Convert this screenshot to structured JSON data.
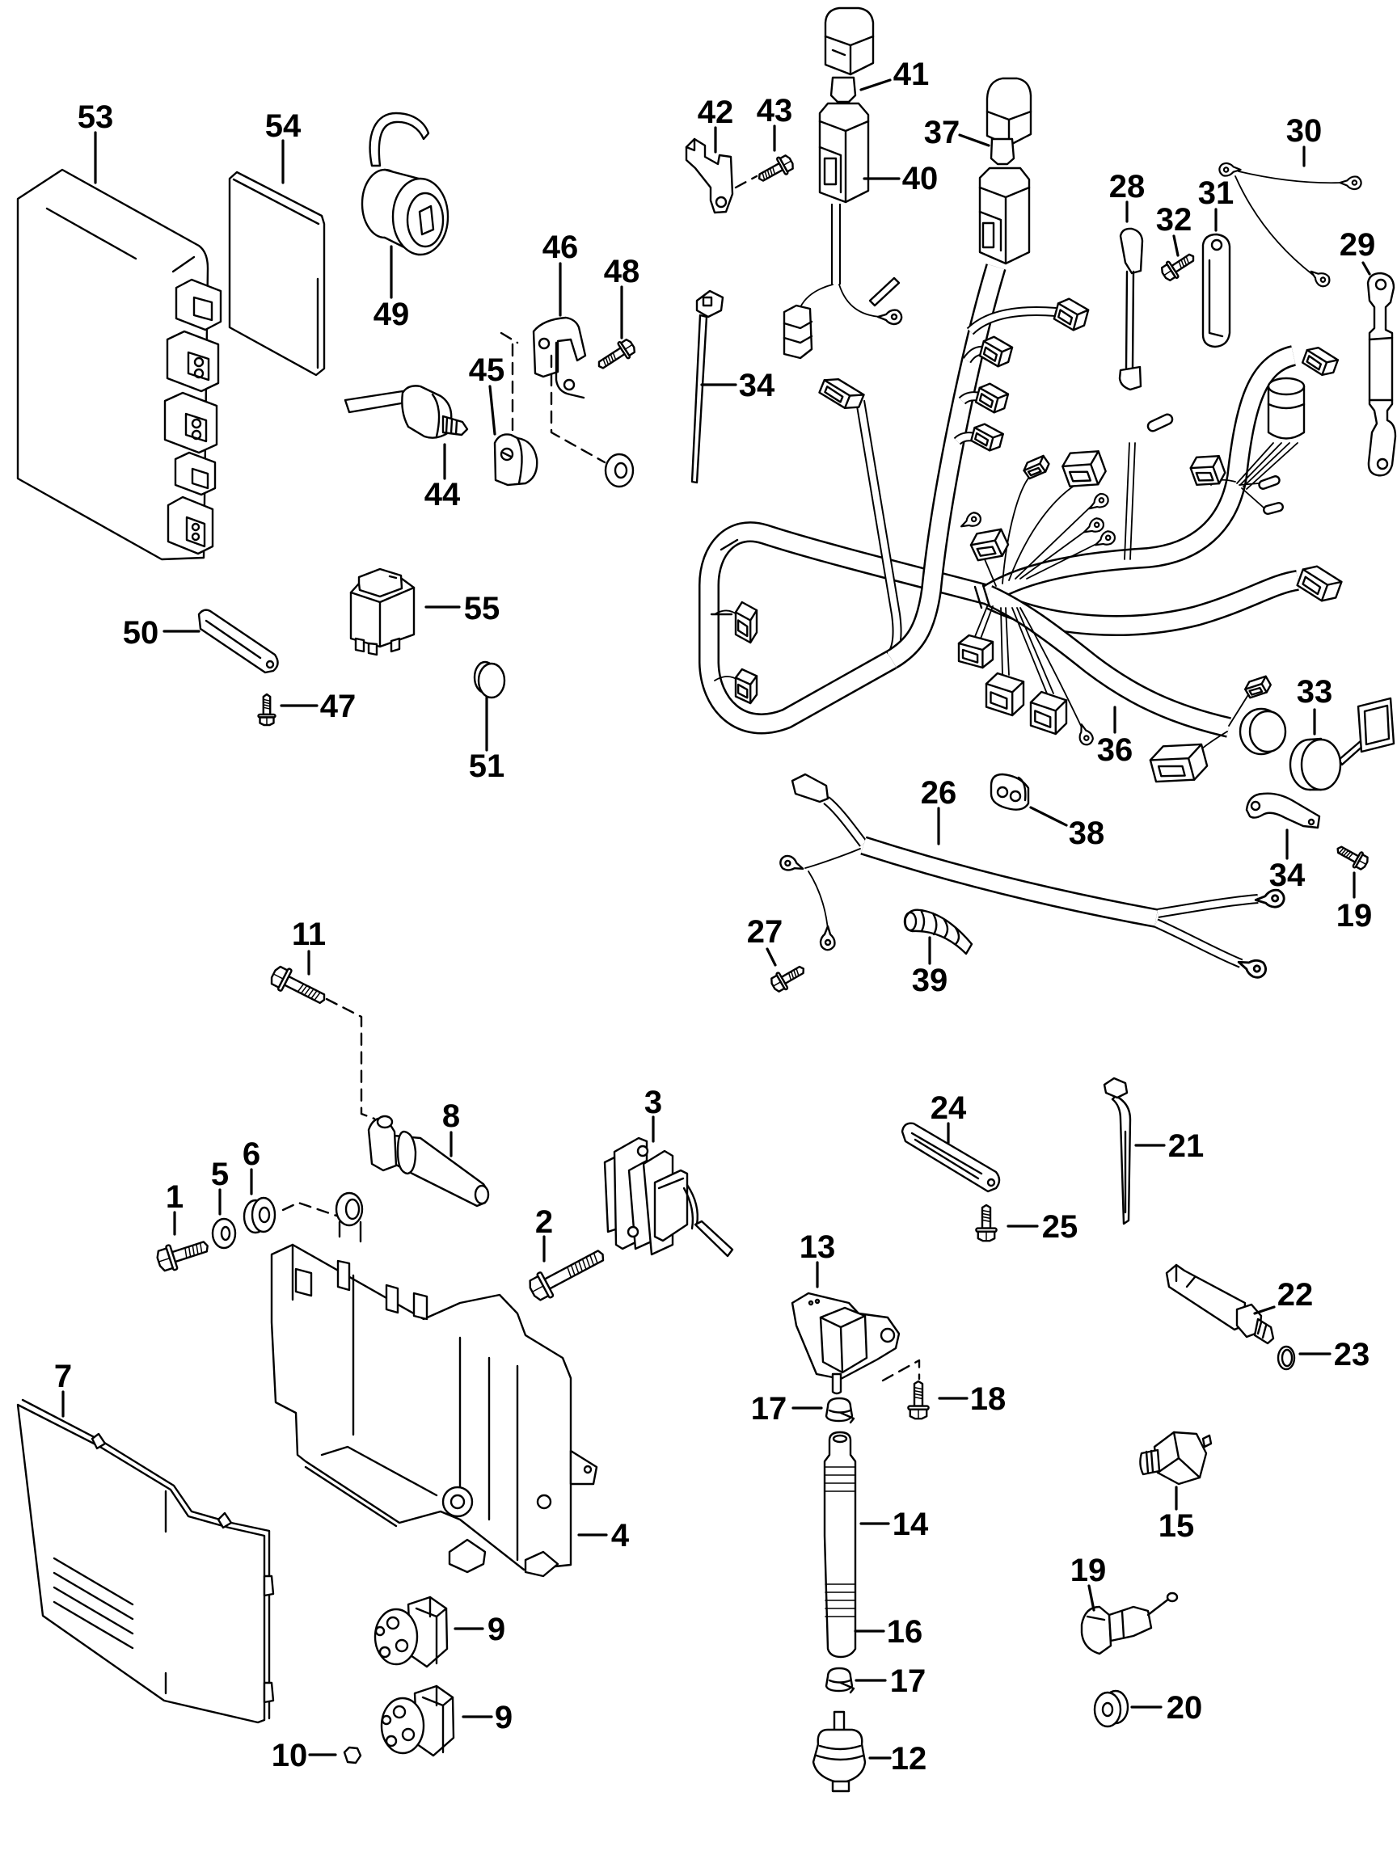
{
  "colors": {
    "line": "#000000",
    "background": "#ffffff"
  },
  "callouts": {
    "upper_left": [
      {
        "label": "53"
      },
      {
        "label": "54"
      },
      {
        "label": "49"
      },
      {
        "label": "46"
      },
      {
        "label": "48"
      },
      {
        "label": "45"
      },
      {
        "label": "44"
      },
      {
        "label": "55"
      },
      {
        "label": "50"
      },
      {
        "label": "47"
      },
      {
        "label": "51"
      }
    ],
    "upper_right": [
      {
        "label": "41"
      },
      {
        "label": "42"
      },
      {
        "label": "43"
      },
      {
        "label": "40"
      },
      {
        "label": "37"
      },
      {
        "label": "28"
      },
      {
        "label": "32"
      },
      {
        "label": "31"
      },
      {
        "label": "30"
      },
      {
        "label": "29"
      },
      {
        "label": "34"
      },
      {
        "label": "33"
      },
      {
        "label": "36"
      },
      {
        "label": "26"
      },
      {
        "label": "38"
      },
      {
        "label": "34"
      },
      {
        "label": "19"
      },
      {
        "label": "27"
      },
      {
        "label": "39"
      }
    ],
    "lower_left": [
      {
        "label": "11"
      },
      {
        "label": "8"
      },
      {
        "label": "3"
      },
      {
        "label": "6"
      },
      {
        "label": "5"
      },
      {
        "label": "1"
      },
      {
        "label": "2"
      },
      {
        "label": "7"
      },
      {
        "label": "4"
      },
      {
        "label": "9"
      },
      {
        "label": "9"
      },
      {
        "label": "10"
      }
    ],
    "lower_right": [
      {
        "label": "24"
      },
      {
        "label": "21"
      },
      {
        "label": "25"
      },
      {
        "label": "13"
      },
      {
        "label": "22"
      },
      {
        "label": "23"
      },
      {
        "label": "17"
      },
      {
        "label": "18"
      },
      {
        "label": "15"
      },
      {
        "label": "14"
      },
      {
        "label": "19"
      },
      {
        "label": "16"
      },
      {
        "label": "17"
      },
      {
        "label": "20"
      },
      {
        "label": "12"
      }
    ]
  }
}
